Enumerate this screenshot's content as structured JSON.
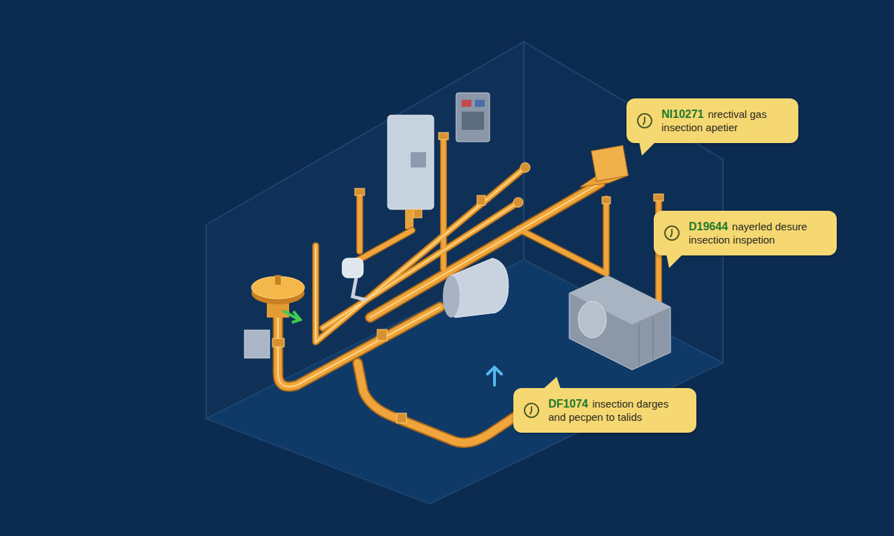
{
  "diagram": {
    "nodes": [
      {
        "text": [
          "NI10271",
          "nrectival gas insection apetier"
        ]
      },
      {
        "text": [
          "D19644",
          "nayerled desure insection inspetion"
        ]
      },
      {
        "text": [
          "DF1074",
          "insection darges and pecpen to talids"
        ]
      }
    ]
  }
}
